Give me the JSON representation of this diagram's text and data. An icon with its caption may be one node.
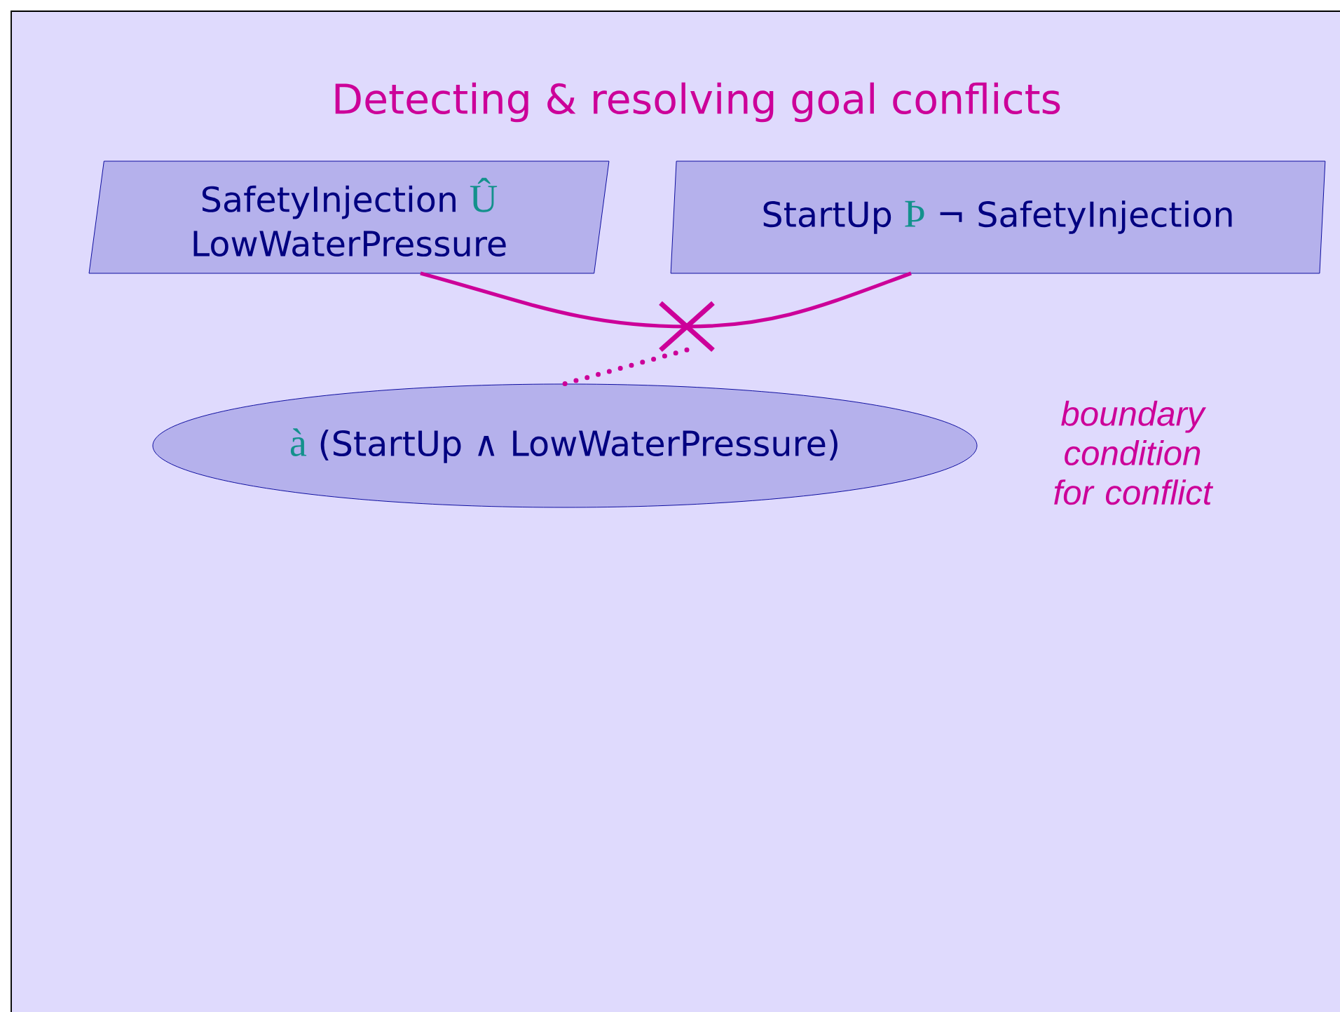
{
  "diagram": {
    "title": "Detecting & resolving goal conflicts",
    "nodes": [
      {
        "text": [
          "SafetyInjection",
          "Û",
          "LowWaterPressure"
        ]
      },
      {
        "text": [
          "StartUp",
          "Þ",
          "¬ SafetyInjection"
        ]
      },
      {
        "text": [],
        "shape": "cross"
      },
      {
        "text": [
          "à",
          "(StartUp ∧ LowWaterPressure)"
        ],
        "beside": [
          "boundary condition for conflict"
        ]
      }
    ],
    "edges": [
      {
        "from": 0,
        "to": 2,
        "arrow": "none",
        "color": "#cc0099"
      },
      {
        "from": 1,
        "to": 2,
        "arrow": "none",
        "color": "#cc0099"
      },
      {
        "from": 2,
        "to": 3,
        "arrow": "none",
        "style": "dashed",
        "color": "#cc0099"
      }
    ]
  }
}
